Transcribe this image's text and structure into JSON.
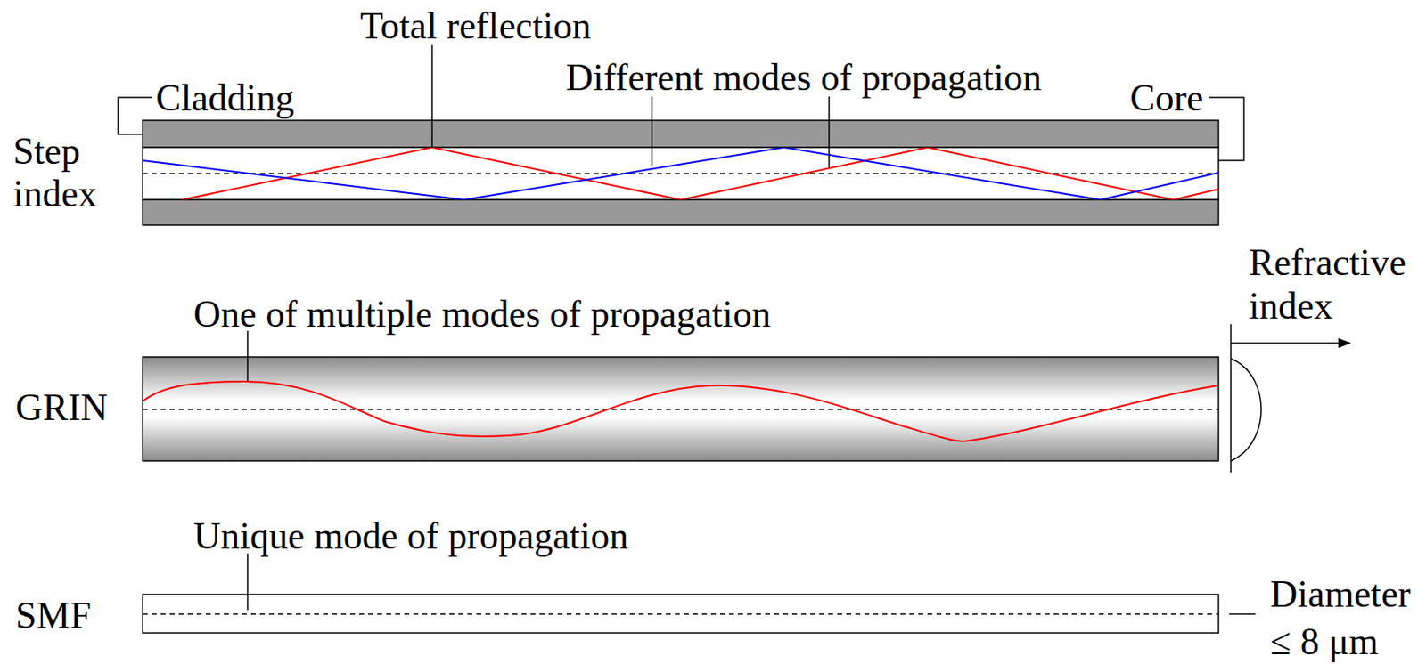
{
  "diagram": {
    "labels": [
      "Total reflection",
      "Cladding",
      "Different modes of propagation",
      "Core",
      "Step index",
      "Refractive index",
      "One of multiple modes of propagation",
      "GRIN",
      "Unique mode of propagation",
      "SMF",
      "Diameter ≤ 8 μm"
    ]
  }
}
